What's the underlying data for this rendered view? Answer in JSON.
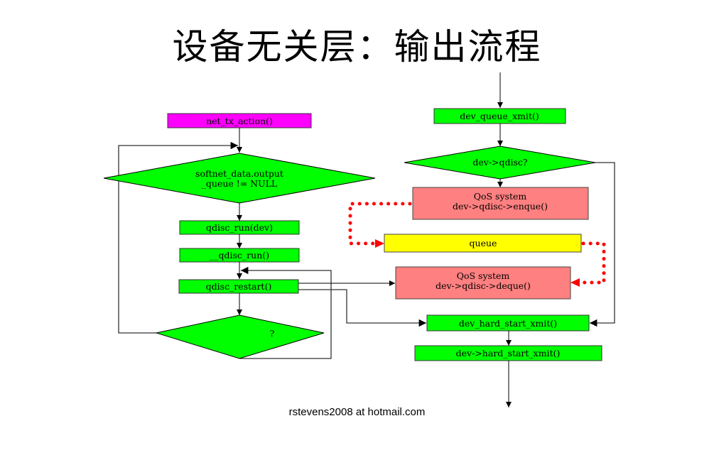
{
  "title": "设备无关层：输出流程",
  "footer": "rstevens2008 at hotmail.com",
  "colors": {
    "green": "#00ff00",
    "magenta": "#ff00ff",
    "qos": "#ff8080",
    "queue": "#ffff00",
    "dotted_flow": "#ff0000",
    "line": "#000000"
  },
  "nodes": {
    "net_tx_action": "net_tx_action()",
    "softnet_check_line1": "softnet_data.output",
    "softnet_check_line2": "_queue != NULL",
    "qdisc_run_dev": "qdisc_run(dev)",
    "__qdisc_run": "__qdisc_run()",
    "qdisc_restart": "qdisc_restart()",
    "loop_check": "?",
    "dev_queue_xmit": "dev_queue_xmit()",
    "qdisc_check": "dev->qdisc?",
    "enqueue_line1": "QoS system",
    "enqueue_line2": "dev->qdisc->enque()",
    "queue": "queue",
    "dequeue_line1": "QoS system",
    "dequeue_line2": "dev->qdisc->deque()",
    "dev_hard_start_xmit": "dev_hard_start_xmit()",
    "dev_hard_start_xmit_ptr": "dev->hard_start_xmit()"
  }
}
